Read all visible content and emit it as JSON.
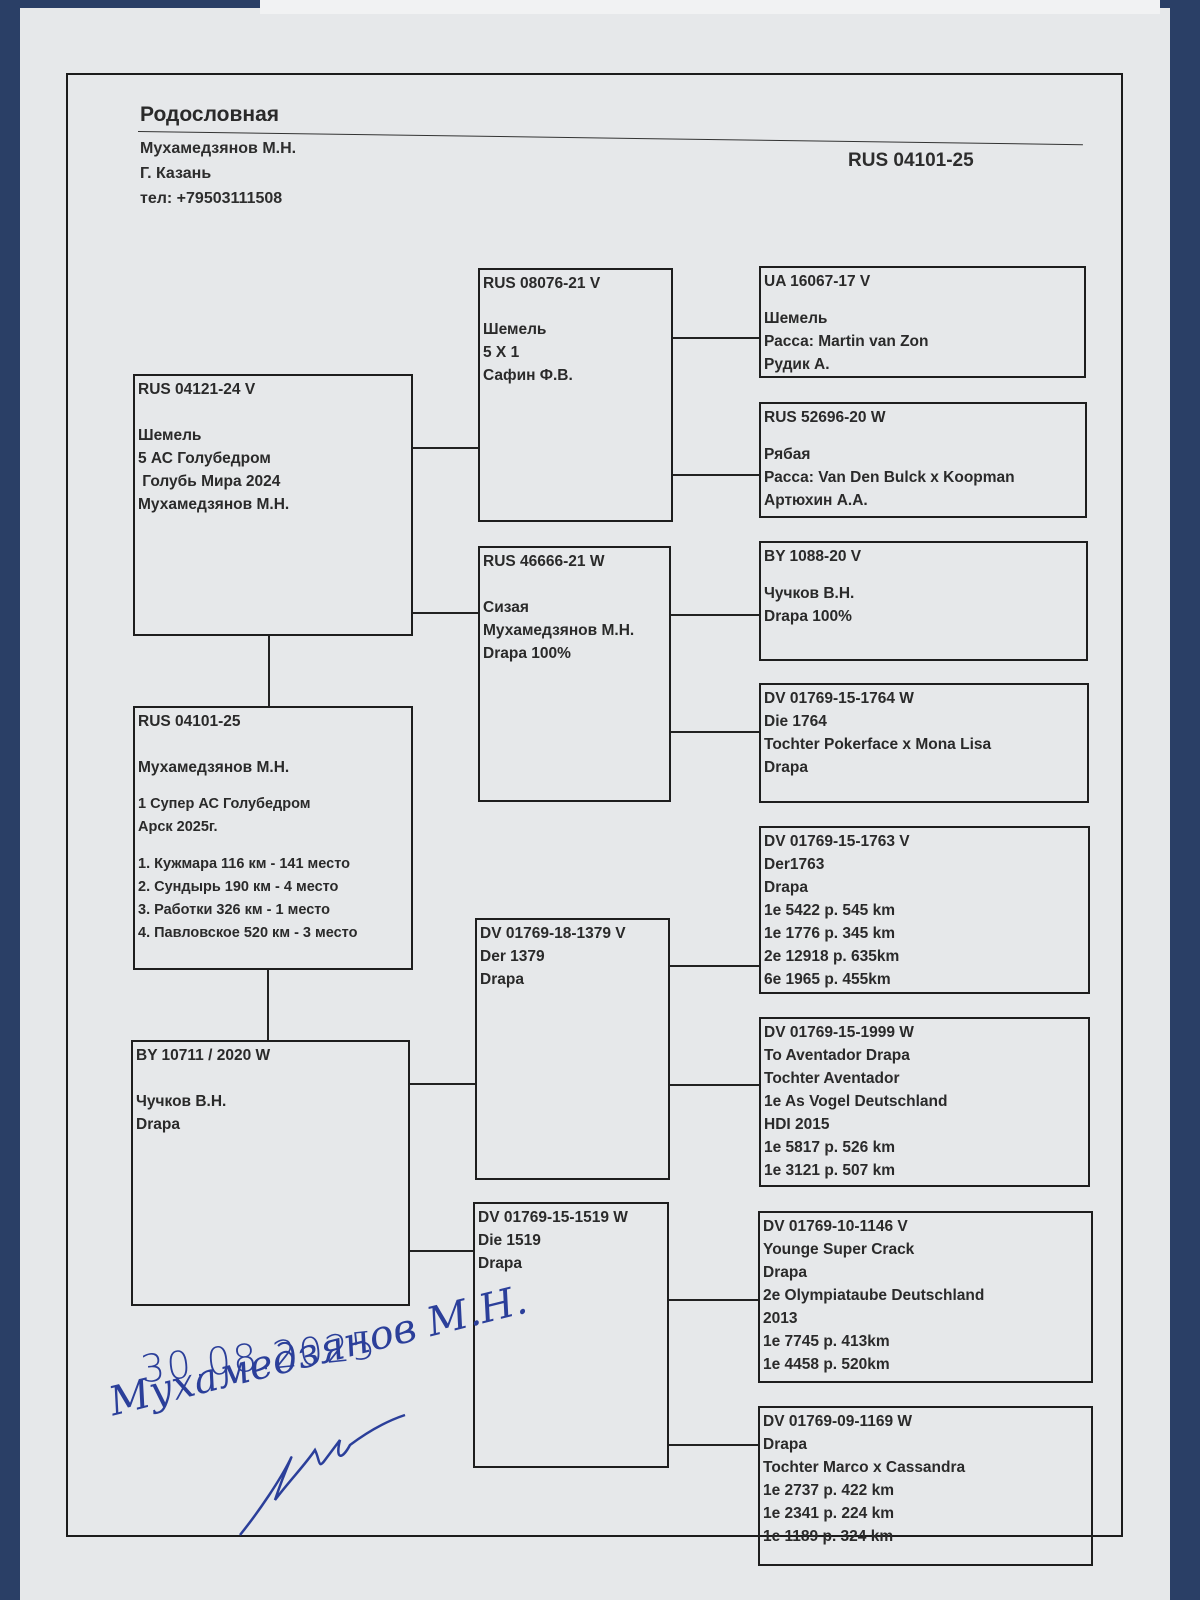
{
  "header": {
    "title": "Родословная",
    "owner": "Мухамедзянов М.Н.",
    "city": "Г. Казань",
    "phone": "тел: +79503111508",
    "ring": "RUS 04101-25"
  },
  "subject": {
    "ring": "RUS 04101-25",
    "owner": "Мухамедзянов М.Н.",
    "award1": "1 Супер АС Голубедром",
    "award2": "Арск 2025г.",
    "results": [
      "1. Кужмара 116 км - 141 место",
      "2. Сундырь 190 км - 4 место",
      "3. Работки 326 км - 1 место",
      "4. Павловское 520 км - 3 место"
    ]
  },
  "sire": {
    "ring": "RUS 04121-24 V",
    "lines": [
      "Шемель",
      "5 АС Голубедром",
      " Голубь Мира 2024",
      "Мухамедзянов М.Н."
    ]
  },
  "dam": {
    "ring": "BY 10711 / 2020 W",
    "lines": [
      "Чучков В.Н.",
      "Drapa"
    ]
  },
  "gen2": [
    {
      "ring": "RUS 08076-21 V",
      "lines": [
        "Шемель",
        "5 Х 1",
        "Сафин Ф.В."
      ]
    },
    {
      "ring": "RUS 46666-21 W",
      "lines": [
        "Сизая",
        "Мухамедзянов М.Н.",
        "Drapa 100%"
      ]
    },
    {
      "ring": "DV 01769-18-1379 V",
      "lines": [
        "Der 1379",
        "Drapa"
      ]
    },
    {
      "ring": "DV 01769-15-1519 W",
      "lines": [
        "Die 1519",
        "Drapa"
      ]
    }
  ],
  "gen3": [
    {
      "ring": "UA 16067-17 V",
      "lines": [
        "Шемель",
        "Расса: Martin van Zon",
        "Рудик А."
      ]
    },
    {
      "ring": "RUS 52696-20 W",
      "lines": [
        "Рябая",
        "Расса: Van Den Bulck x Koopman",
        "Артюхин А.А."
      ]
    },
    {
      "ring": "BY 1088-20 V",
      "lines": [
        "Чучков В.Н.",
        "Drapa 100%"
      ]
    },
    {
      "ring": "DV 01769-15-1764 W",
      "lines": [
        "Die 1764",
        "Tochter Pokerface x Mona Lisa",
        "Drapa"
      ]
    },
    {
      "ring": "DV 01769-15-1763 V",
      "lines": [
        "Der1763",
        "Drapa",
        "1e 5422 p. 545 km",
        "1e 1776 p. 345 km",
        "2e 12918 p. 635km",
        "6e 1965 p. 455km"
      ]
    },
    {
      "ring": "DV 01769-15-1999 W",
      "lines": [
        "To Aventador Drapa",
        "Tochter Aventador",
        "1e As Vogel Deutschland",
        "HDI 2015",
        "1e 5817 p. 526 km",
        "1e 3121 p. 507 km"
      ]
    },
    {
      "ring": "DV 01769-10-1146 V",
      "lines": [
        "Younge Super Crack",
        "Drapa",
        "2e Olympiataube Deutschland",
        "2013",
        "1e 7745 p. 413km",
        "1e 4458 p. 520km"
      ]
    },
    {
      "ring": "DV 01769-09-1169 W",
      "lines": [
        "Drapa",
        "Tochter Marco x Cassandra",
        "1e 2737 p. 422 km",
        "1e 2341 p. 224 km",
        "1e 1189 p. 324 km"
      ]
    }
  ],
  "handwriting": {
    "date": "30.08.2025",
    "signature_name": "Мухамедзянов М.Н."
  }
}
